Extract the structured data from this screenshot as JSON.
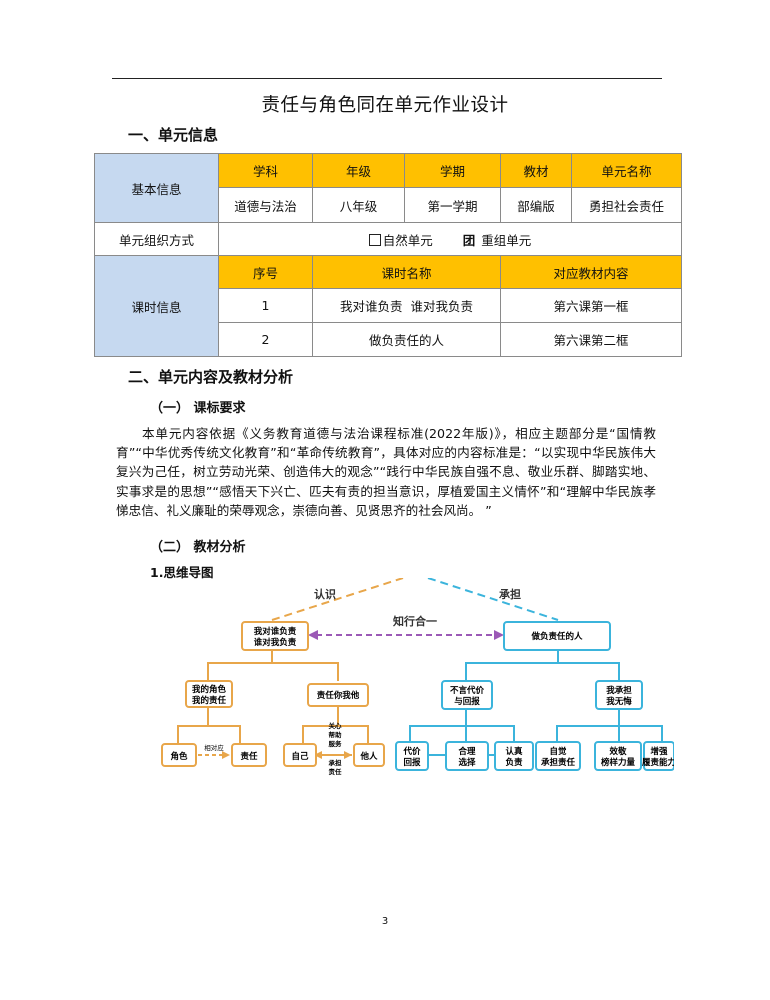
{
  "title": "责任与角色同在单元作业设计",
  "section1": "一、单元信息",
  "table": {
    "basic_label": "基本信息",
    "headers": [
      "学科",
      "年级",
      "学期",
      "教材",
      "单元名称"
    ],
    "values": [
      "道德与法治",
      "八年级",
      "第一学期",
      "部编版",
      "勇担社会责任"
    ],
    "org_label": "单元组织方式",
    "org_opt1": "自然单元",
    "org_opt2_mark": "团",
    "org_opt2": "重组单元",
    "lesson_label": "课时信息",
    "lesson_headers": [
      "序号",
      "课时名称",
      "对应教材内容"
    ],
    "lessons": [
      {
        "no": "1",
        "name": "我对谁负责  谁对我负责",
        "content": "第六课第一框"
      },
      {
        "no": "2",
        "name": "做负责任的人",
        "content": "第六课第二框"
      }
    ]
  },
  "section2": "二、单元内容及教材分析",
  "sub1": "（一） 课标要求",
  "paragraph": "本单元内容依据《义务教育道德与法治课程标准(2022年版)》，相应主题部分是“国情教育”“中华优秀传统文化教育”和“革命传统教育”，具体对应的内容标准是：“以实现中华民族伟大复兴为己任，树立劳动光荣、创造伟大的观念”“践行中华民族自强不息、敬业乐群、脚踏实地、实事求是的思想”“感悟天下兴亡、匹夫有责的担当意识，厚植爱国主义情怀”和“理解中华民族孝悌忠信、礼义廉耻的荣辱观念，崇德向善、见贤思齐的社会风尚。 ”",
  "sub2": "（二） 教材分析",
  "sub3": "1.思维导图",
  "mindmap": {
    "top_left": "认识",
    "top_right": "承担",
    "middle": "知行合一",
    "left_root": [
      "我对谁负责",
      "谁对我负责"
    ],
    "right_root": "做负责任的人",
    "l1": [
      "我的角色",
      "我的责任"
    ],
    "l2": "责任你我他",
    "r1": [
      "不言代价",
      "与回报"
    ],
    "r2": [
      "我承担",
      "我无悔"
    ],
    "leaf_role": "角色",
    "rel": "相对应",
    "leaf_duty": "责任",
    "leaf_self": "自己",
    "care": [
      "关心",
      "帮助",
      "服务"
    ],
    "bear": [
      "承担",
      "责任"
    ],
    "leaf_other": "他人",
    "r_leaves": [
      [
        "代价",
        "回报"
      ],
      [
        "合理",
        "选择"
      ],
      [
        "认真",
        "负责"
      ],
      [
        "自觉",
        "承担责任"
      ],
      [
        "效敬",
        "榜样力量"
      ],
      [
        "增强",
        "履责能力"
      ]
    ],
    "colors": {
      "left": "#e8a64a",
      "right": "#3bb4dc",
      "purple": "#9b59b6"
    }
  },
  "page_number": "3"
}
